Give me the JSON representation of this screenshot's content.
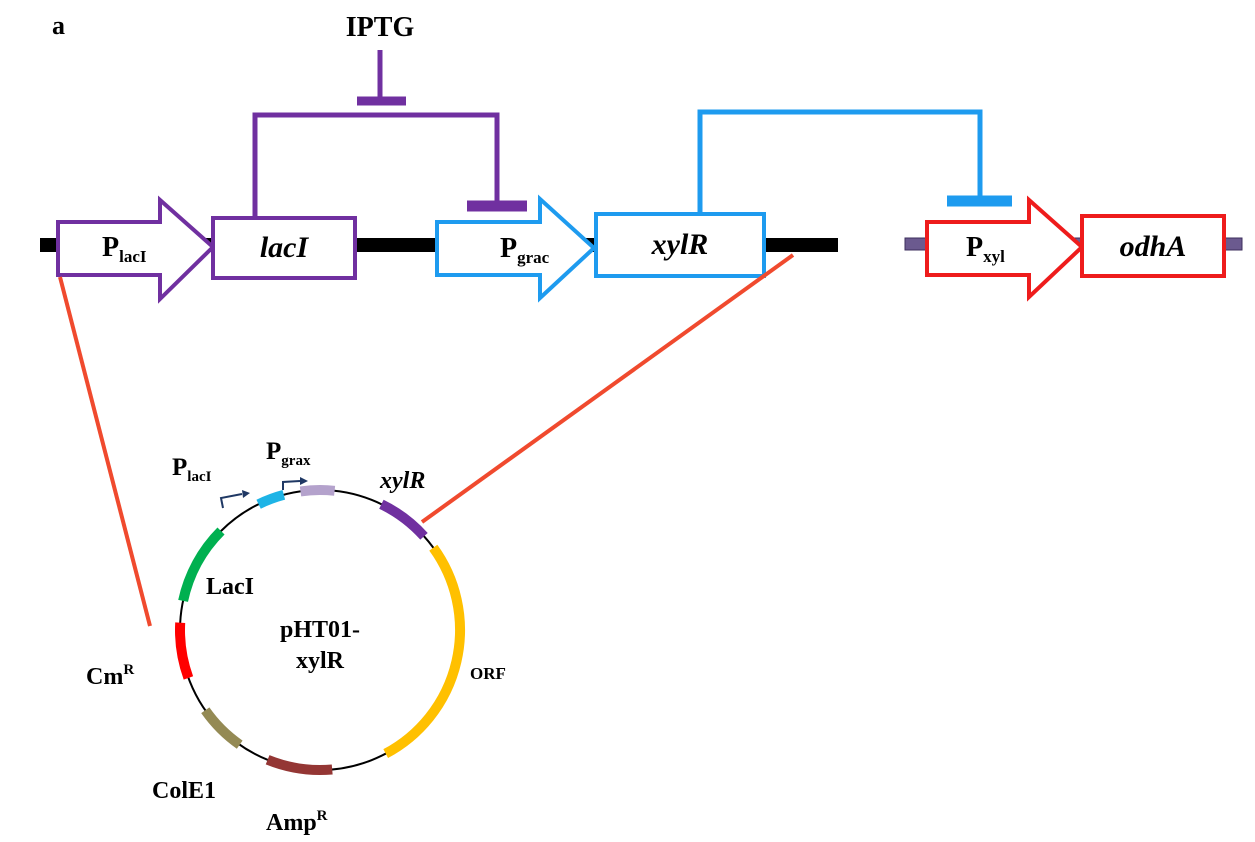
{
  "panel_label": "a",
  "inducer": {
    "label": "IPTG"
  },
  "colors": {
    "lac": "#7030A0",
    "grac": "#1E9BEF",
    "xyl": "#EE1C1C",
    "backbone": "#000000",
    "backbone_right": "#6B5A8F",
    "connector": "#F04A2E",
    "plasmid_line": "#000000",
    "seg_plac": "#1EB4E6",
    "seg_pgrax": "#B4A2CC",
    "seg_xylr": "#7030A0",
    "seg_orf": "#FFC000",
    "seg_ampr": "#943634",
    "seg_cole1": "#948A54",
    "seg_cmr": "#FF0000",
    "seg_laci": "#00B050",
    "promoter_arrow": "#1F3864"
  },
  "circuit": {
    "p_laci": {
      "main": "P",
      "sub": "lacI"
    },
    "laci_gene": "lacI",
    "p_grac": {
      "main": "P",
      "sub": "grac"
    },
    "xylr_gene": "xylR",
    "p_xyl": {
      "main": "P",
      "sub": "xyl"
    },
    "odha_gene": "odhA"
  },
  "plasmid": {
    "name_line1": "pHT01-",
    "name_line2": "xylR",
    "labels": {
      "p_laci": {
        "main": "P",
        "sub": "lacI"
      },
      "p_grax": {
        "main": "P",
        "sub": "grax"
      },
      "xylr": "xylR",
      "orf": "ORF",
      "ampr": {
        "main": "Amp",
        "sup": "R"
      },
      "cole1": "ColE1",
      "cmr": {
        "main": "Cm",
        "sup": "R"
      },
      "laci": "LacI"
    }
  }
}
